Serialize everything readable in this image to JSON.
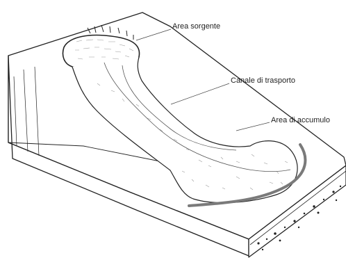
{
  "labels": {
    "source_area": "Area sorgente",
    "transport_channel": "Canale di trasporto",
    "accumulation_area": "Area di accumulo"
  },
  "colors": {
    "ink": "#222222",
    "paper": "#ffffff",
    "fill_texture": "#9a9a9a",
    "channel_band": "#7a7a7a"
  }
}
